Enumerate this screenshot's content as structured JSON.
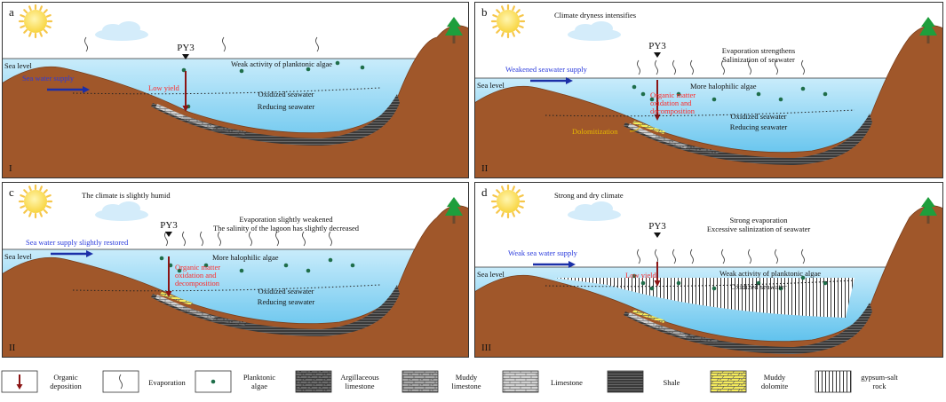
{
  "panels": [
    {
      "letter": "a",
      "stage": "I",
      "climate": "",
      "well": "PY3",
      "evaporation_lines": [],
      "supply": "Sea water supply",
      "sea_level": "Sea level",
      "algae": "Weak activity of planktonic algae",
      "deposition_label": [
        "Low yield"
      ],
      "oxidized": "Oxidized seawater",
      "reducing": "Reducing seawater",
      "dolomitization": "",
      "has_dolomite": false,
      "has_gypsum": false
    },
    {
      "letter": "b",
      "stage": "II",
      "climate": "Climate dryness intensifies",
      "well": "PY3",
      "evaporation_lines": [
        "Evaporation strengthens",
        "Salinization of seawater"
      ],
      "supply": "Weakened seawater supply",
      "sea_level": "Sea level",
      "algae": "More halophilic algae",
      "deposition_label": [
        "Organic matter",
        "oxidation and",
        "decomposition"
      ],
      "oxidized": "Oxidized seawater",
      "reducing": "Reducing seawater",
      "dolomitization": "Dolomitization",
      "has_dolomite": true,
      "has_gypsum": false
    },
    {
      "letter": "c",
      "stage": "II",
      "climate": "The climate is slightly humid",
      "well": "PY3",
      "evaporation_lines": [
        "Evaporation slightly weakened",
        "The salinity of the lagoon has slightly decreased"
      ],
      "supply": "Sea water supply slightly restored",
      "sea_level": "Sea level",
      "algae": "More halophilic algae",
      "deposition_label": [
        "Organic matter",
        "oxidation and",
        "decomposition"
      ],
      "oxidized": "Oxidized seawater",
      "reducing": "Reducing seawater",
      "dolomitization": "",
      "has_dolomite": true,
      "has_gypsum": false
    },
    {
      "letter": "d",
      "stage": "III",
      "climate": "Strong and dry climate",
      "well": "PY3",
      "evaporation_lines": [
        "Strong evaporation",
        "Excessive salinization of seawater"
      ],
      "supply": "Weak sea water supply",
      "sea_level": "Sea level",
      "algae": "Weak activity of planktonic algae",
      "deposition_label": [
        "Low yield"
      ],
      "oxidized": "Oxidized seawater",
      "reducing": "",
      "dolomitization": "",
      "has_dolomite": true,
      "has_gypsum": true
    }
  ],
  "legend": [
    {
      "key": "organic-deposition",
      "label": [
        "Organic",
        "deposition"
      ]
    },
    {
      "key": "evaporation",
      "label": [
        "Evaporation"
      ]
    },
    {
      "key": "planktonic-algae",
      "label": [
        "Planktonic",
        "algae"
      ]
    },
    {
      "key": "argillaceous-limestone",
      "label": [
        "Argillaceous",
        "limestone"
      ]
    },
    {
      "key": "muddy-limestone",
      "label": [
        "Muddy",
        "limestone"
      ]
    },
    {
      "key": "limestone",
      "label": [
        "Limestone"
      ]
    },
    {
      "key": "shale",
      "label": [
        "Shale"
      ]
    },
    {
      "key": "muddy-dolomite",
      "label": [
        "Muddy",
        "dolomite"
      ]
    },
    {
      "key": "gypsum-salt-rock",
      "label": [
        "gypsum-salt",
        "rock"
      ]
    }
  ],
  "colors": {
    "sky": "#ffffff",
    "sea_top": "#c9ecfb",
    "sea_bottom": "#49b9ea",
    "land": "#a0572a",
    "land_dark": "#7a3f1c",
    "sun": "#f8d43f",
    "sun_ray": "#f6c64a",
    "cloud": "#d4ecfa",
    "supply_text": "#2b3bdc",
    "supply_arrow": "#1b2fa8",
    "red_text": "#ff2a2a",
    "deposition_arrow": "#8b1414",
    "dolomitization_text": "#e6b800",
    "algae": "#1f6e4a",
    "tree": "#1e9e3c",
    "trunk": "#6b4a2e"
  }
}
